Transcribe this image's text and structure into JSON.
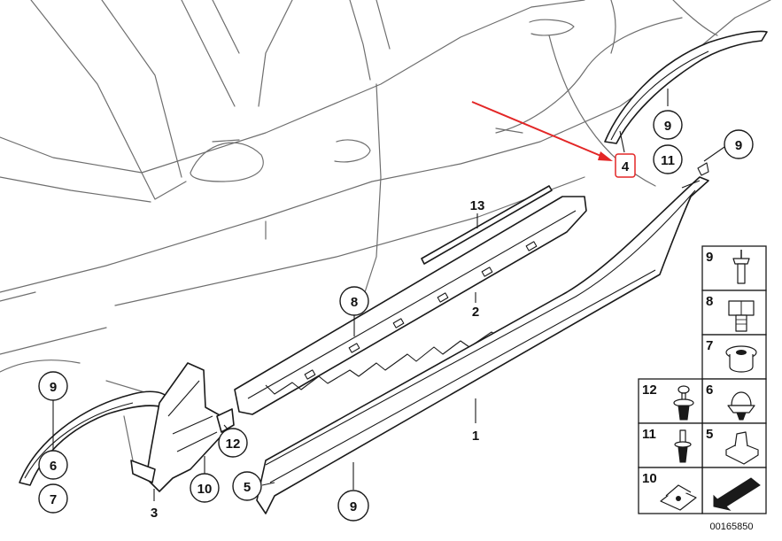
{
  "diagram": {
    "id_text": "00165850",
    "highlight_color": "#e32626",
    "line_color": "#1a1a1a",
    "car_outline_color": "#6e6e6e"
  },
  "callouts": {
    "part_4": "4",
    "part_9_rear_arch": "9",
    "part_11_rear_arch": "11",
    "part_9_rear_end": "9",
    "part_13": "13",
    "part_8": "8",
    "part_2": "2",
    "part_1": "1",
    "part_9_front_arch": "9",
    "part_6": "6",
    "part_7": "7",
    "part_3": "3",
    "part_12": "12",
    "part_10": "10",
    "part_5": "5",
    "part_9_bottom": "9"
  },
  "legend": {
    "items": [
      {
        "num": "9",
        "icon": "blind-rivet-icon"
      },
      {
        "num": "8",
        "icon": "hex-bolt-icon"
      },
      {
        "num": "7",
        "icon": "expansion-nut-icon"
      },
      {
        "num": "12",
        "icon": "expanding-rivet-icon"
      },
      {
        "num": "6",
        "icon": "rubber-grommet-icon"
      },
      {
        "num": "11",
        "icon": "push-rivet-icon"
      },
      {
        "num": "5",
        "icon": "clip-nut-icon"
      },
      {
        "num": "10",
        "icon": "spring-nut-icon"
      },
      {
        "num": "",
        "icon": "direction-arrow-icon"
      }
    ]
  }
}
